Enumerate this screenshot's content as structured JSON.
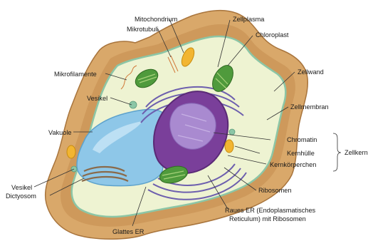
{
  "labels": {
    "mitochondrium": "Mitochondrium",
    "mikrotubuli": "Mikrotubuli",
    "zellplasma": "Zellplasma",
    "chloroplast": "Chloroplast",
    "mikrofilamente": "Mikrofilamente",
    "zellwand": "Zellwand",
    "vesikel_top": "Vesikel",
    "zellmembran": "Zellmembran",
    "vakuole": "Vakuole",
    "chromatin": "Chromatin",
    "kernhuelle": "Kernhülle",
    "kernkoerperchen": "Kernkörperchen",
    "zellkern": "Zellkern",
    "ribosomen": "Ribosomen",
    "vesikel_bottom": "Vesikel",
    "dictyosom": "Dictyosom",
    "raues_er_line1": "Raues ER (Endoplasmatisches",
    "raues_er_line2": "Reticulum) mit Ribosomen",
    "glattes_er": "Glattes ER"
  },
  "colors": {
    "cell_wall": "#d9a86a",
    "cell_wall_dark": "#b27a3e",
    "cytoplasm": "#eef3d2",
    "membrane": "#8cc6a6",
    "vacuole": "#8ec7e8",
    "nucleus": "#7a3f9a",
    "nucleolus": "#a98ad0",
    "chloroplast": "#4f9a3c",
    "mitochondrion": "#f2b531",
    "er": "#6d5fae",
    "dictyosome": "#8a6a4a",
    "leader_line": "#333333"
  }
}
